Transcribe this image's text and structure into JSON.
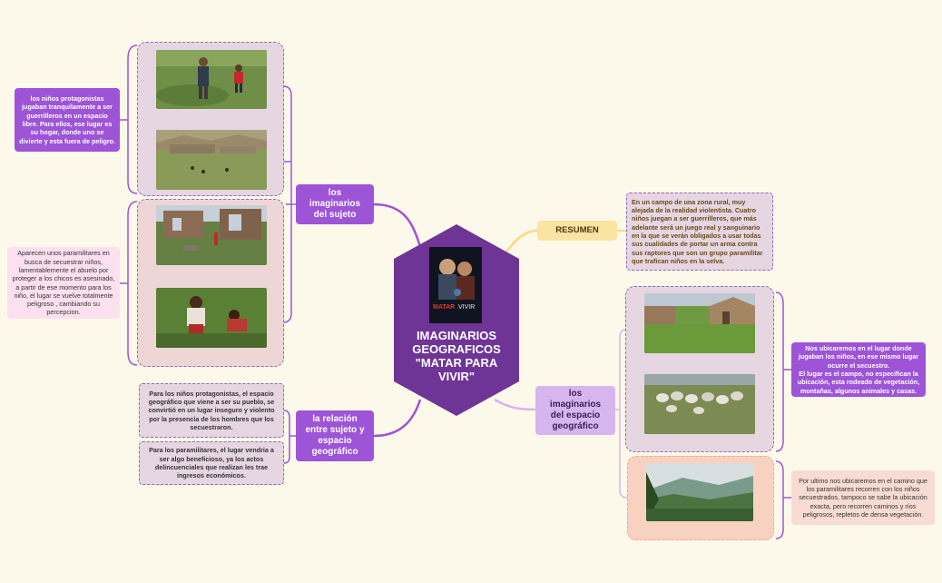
{
  "central": {
    "title_lines": [
      "IMAGINARIOS",
      "GEOGRAFICOS",
      "\"MATAR PARA",
      "VIVIR\""
    ],
    "poster_text": [
      "MATAR",
      "VIVIR"
    ]
  },
  "branches": {
    "sujeto": [
      "los",
      "imaginarios",
      "del sujeto"
    ],
    "relacion": [
      "la relación",
      "entre sujeto y",
      "espacio",
      "geográfico"
    ],
    "resumen": "RESUMEN",
    "espacio": [
      "los",
      "imaginarios",
      "del espacio",
      "geográfico"
    ]
  },
  "notes": {
    "left_top": "los niños protagonistas jugaban tranquilamente a ser guerrilleros en un espacio libre. Para ellos, ese lugar es su hogar, donde uno se divierte y esta fuera de peligro.",
    "left_mid": "Aparecen unos paramilitares en busca de secuestrar niños, lamentablemente el abuelo por proteger a los chicos es asesinado, a partir de ese momento para los niño, el lugar se vuelve totalmente peligroso , cambiando su percepcion.",
    "relacion_1": "Para los niños protagonistas, el  espacio geográfico que viene a ser su pueblo, se convirtió en un lugar inseguro y violento por la presencia de los hombres que los secuestraron.",
    "relacion_2": "Para los paramilitares, el lugar vendria a ser algo beneficioso, ya los actos delincuenciales que realizan les trae ingresos económicos.",
    "resumen": "En un campo de una zona rural, muy alejada de la realidad violentista. Cuatro niños juegan a ser guerrilleros, que más adelante será un juego real y sanguinario en la que se verán obligados a usar todas sus cualidades de portar un arma contra sus raptores que son un grupo paramilitar que trafican niños en la selva.",
    "espacio_1": "Nos ubicaremos en el lugar donde jugaban los niños, en ese mismo lugar ocurre el secuestro.\nEl lugar es el campo, no especifican la ubicación, esta rodeado de vegetación, montañas, algunos animales y casas.",
    "espacio_2": "Por ultimo nos ubicaremos en el camino que los paramilitares recorren con los niños secuestrados, tampoco se sabe la ubicación exacta, pero recorren caminos y ríos peligrosos, repletos de densa vegetación."
  },
  "colors": {
    "background": "#fdf9ea",
    "central": "#6e3596",
    "purple": "#9d54d6",
    "light_purple": "#d7b5ee",
    "yellow": "#fbe3a2",
    "pink": "#f7d6e2",
    "salmon": "#f8dcd3",
    "light_pink": "#fde0ef"
  },
  "icons": [
    "movie-poster-image",
    "children-field-photo",
    "ruins-landscape-photo",
    "stone-ruins-photo",
    "children-crouching-photo",
    "adobe-house-photo",
    "sheep-herd-photo",
    "forest-valley-photo"
  ]
}
